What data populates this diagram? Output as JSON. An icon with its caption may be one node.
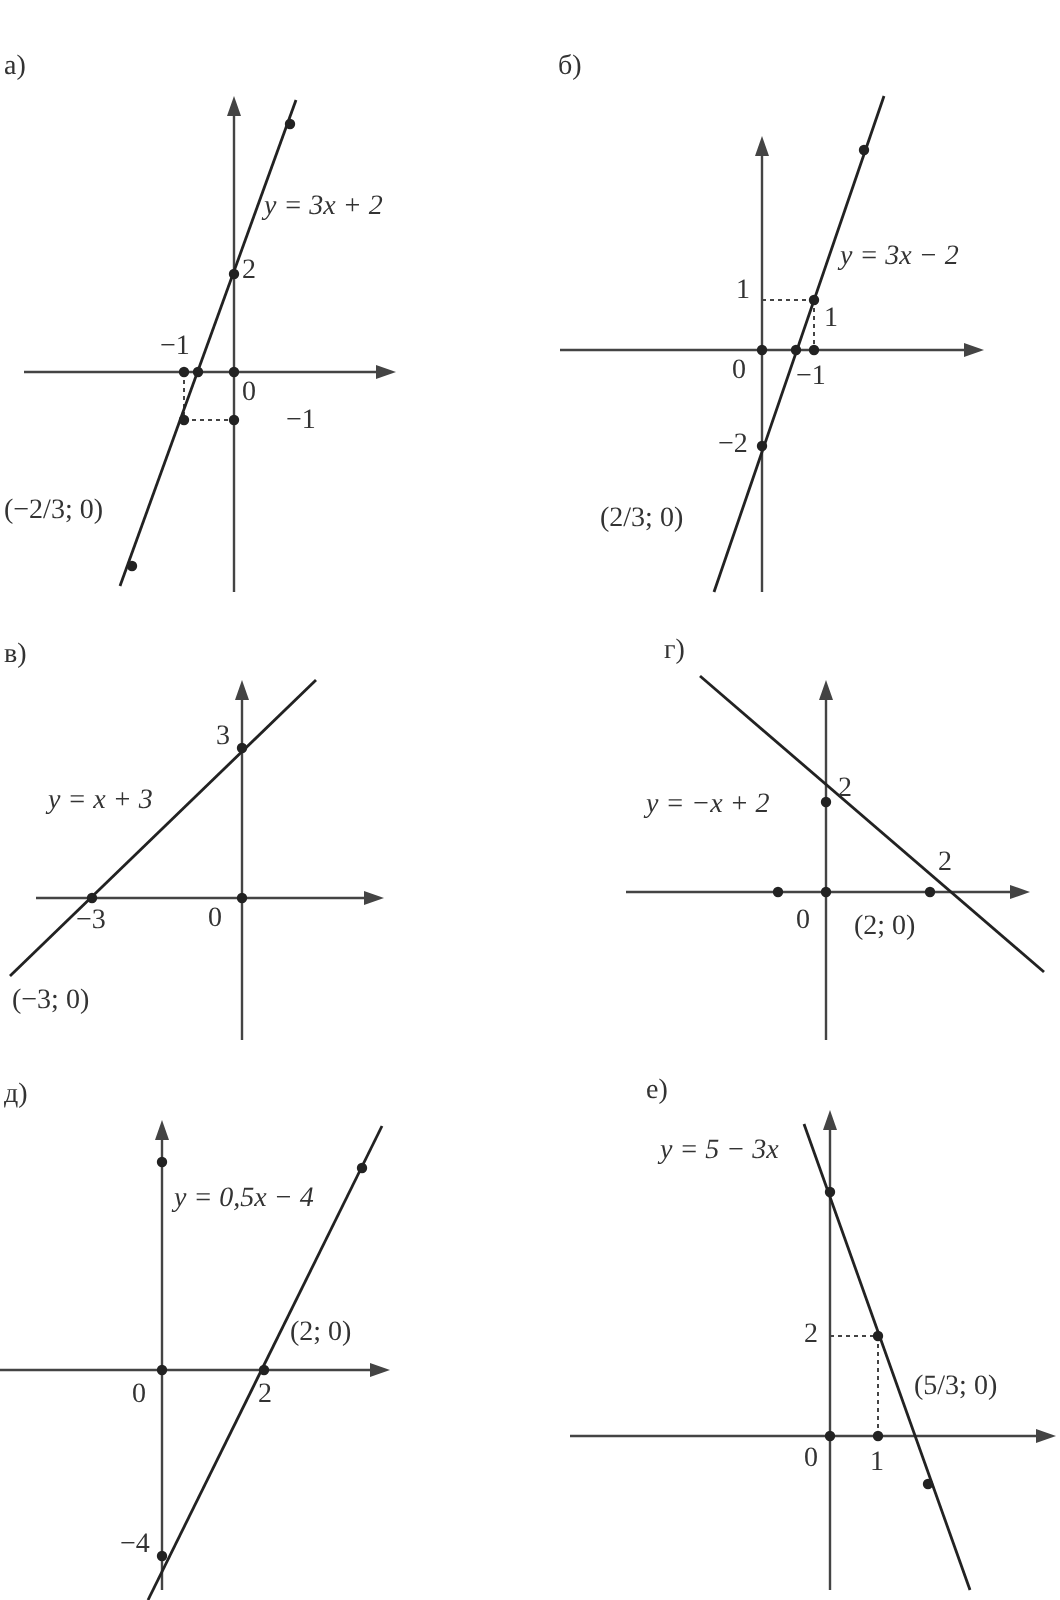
{
  "diagram": {
    "labels": [
      "а)",
      "y = 3x + 2",
      "2",
      "−1",
      "0",
      "−1",
      "(−2/3; 0)",
      "б)",
      "y = 3x − 2",
      "1",
      "1",
      "0",
      "−1",
      "−2",
      "(2/3; 0)",
      "в)",
      "3",
      "y = x + 3",
      "−3",
      "0",
      "(−3; 0)",
      "г)",
      "y = −x + 2",
      "2",
      "2",
      "0",
      "(2; 0)",
      "д)",
      "y = 0,5x − 4",
      "(2; 0)",
      "0",
      "2",
      "−4",
      "е)",
      "y = 5 − 3x",
      "2",
      "0",
      "1",
      "(5/3; 0)"
    ]
  }
}
